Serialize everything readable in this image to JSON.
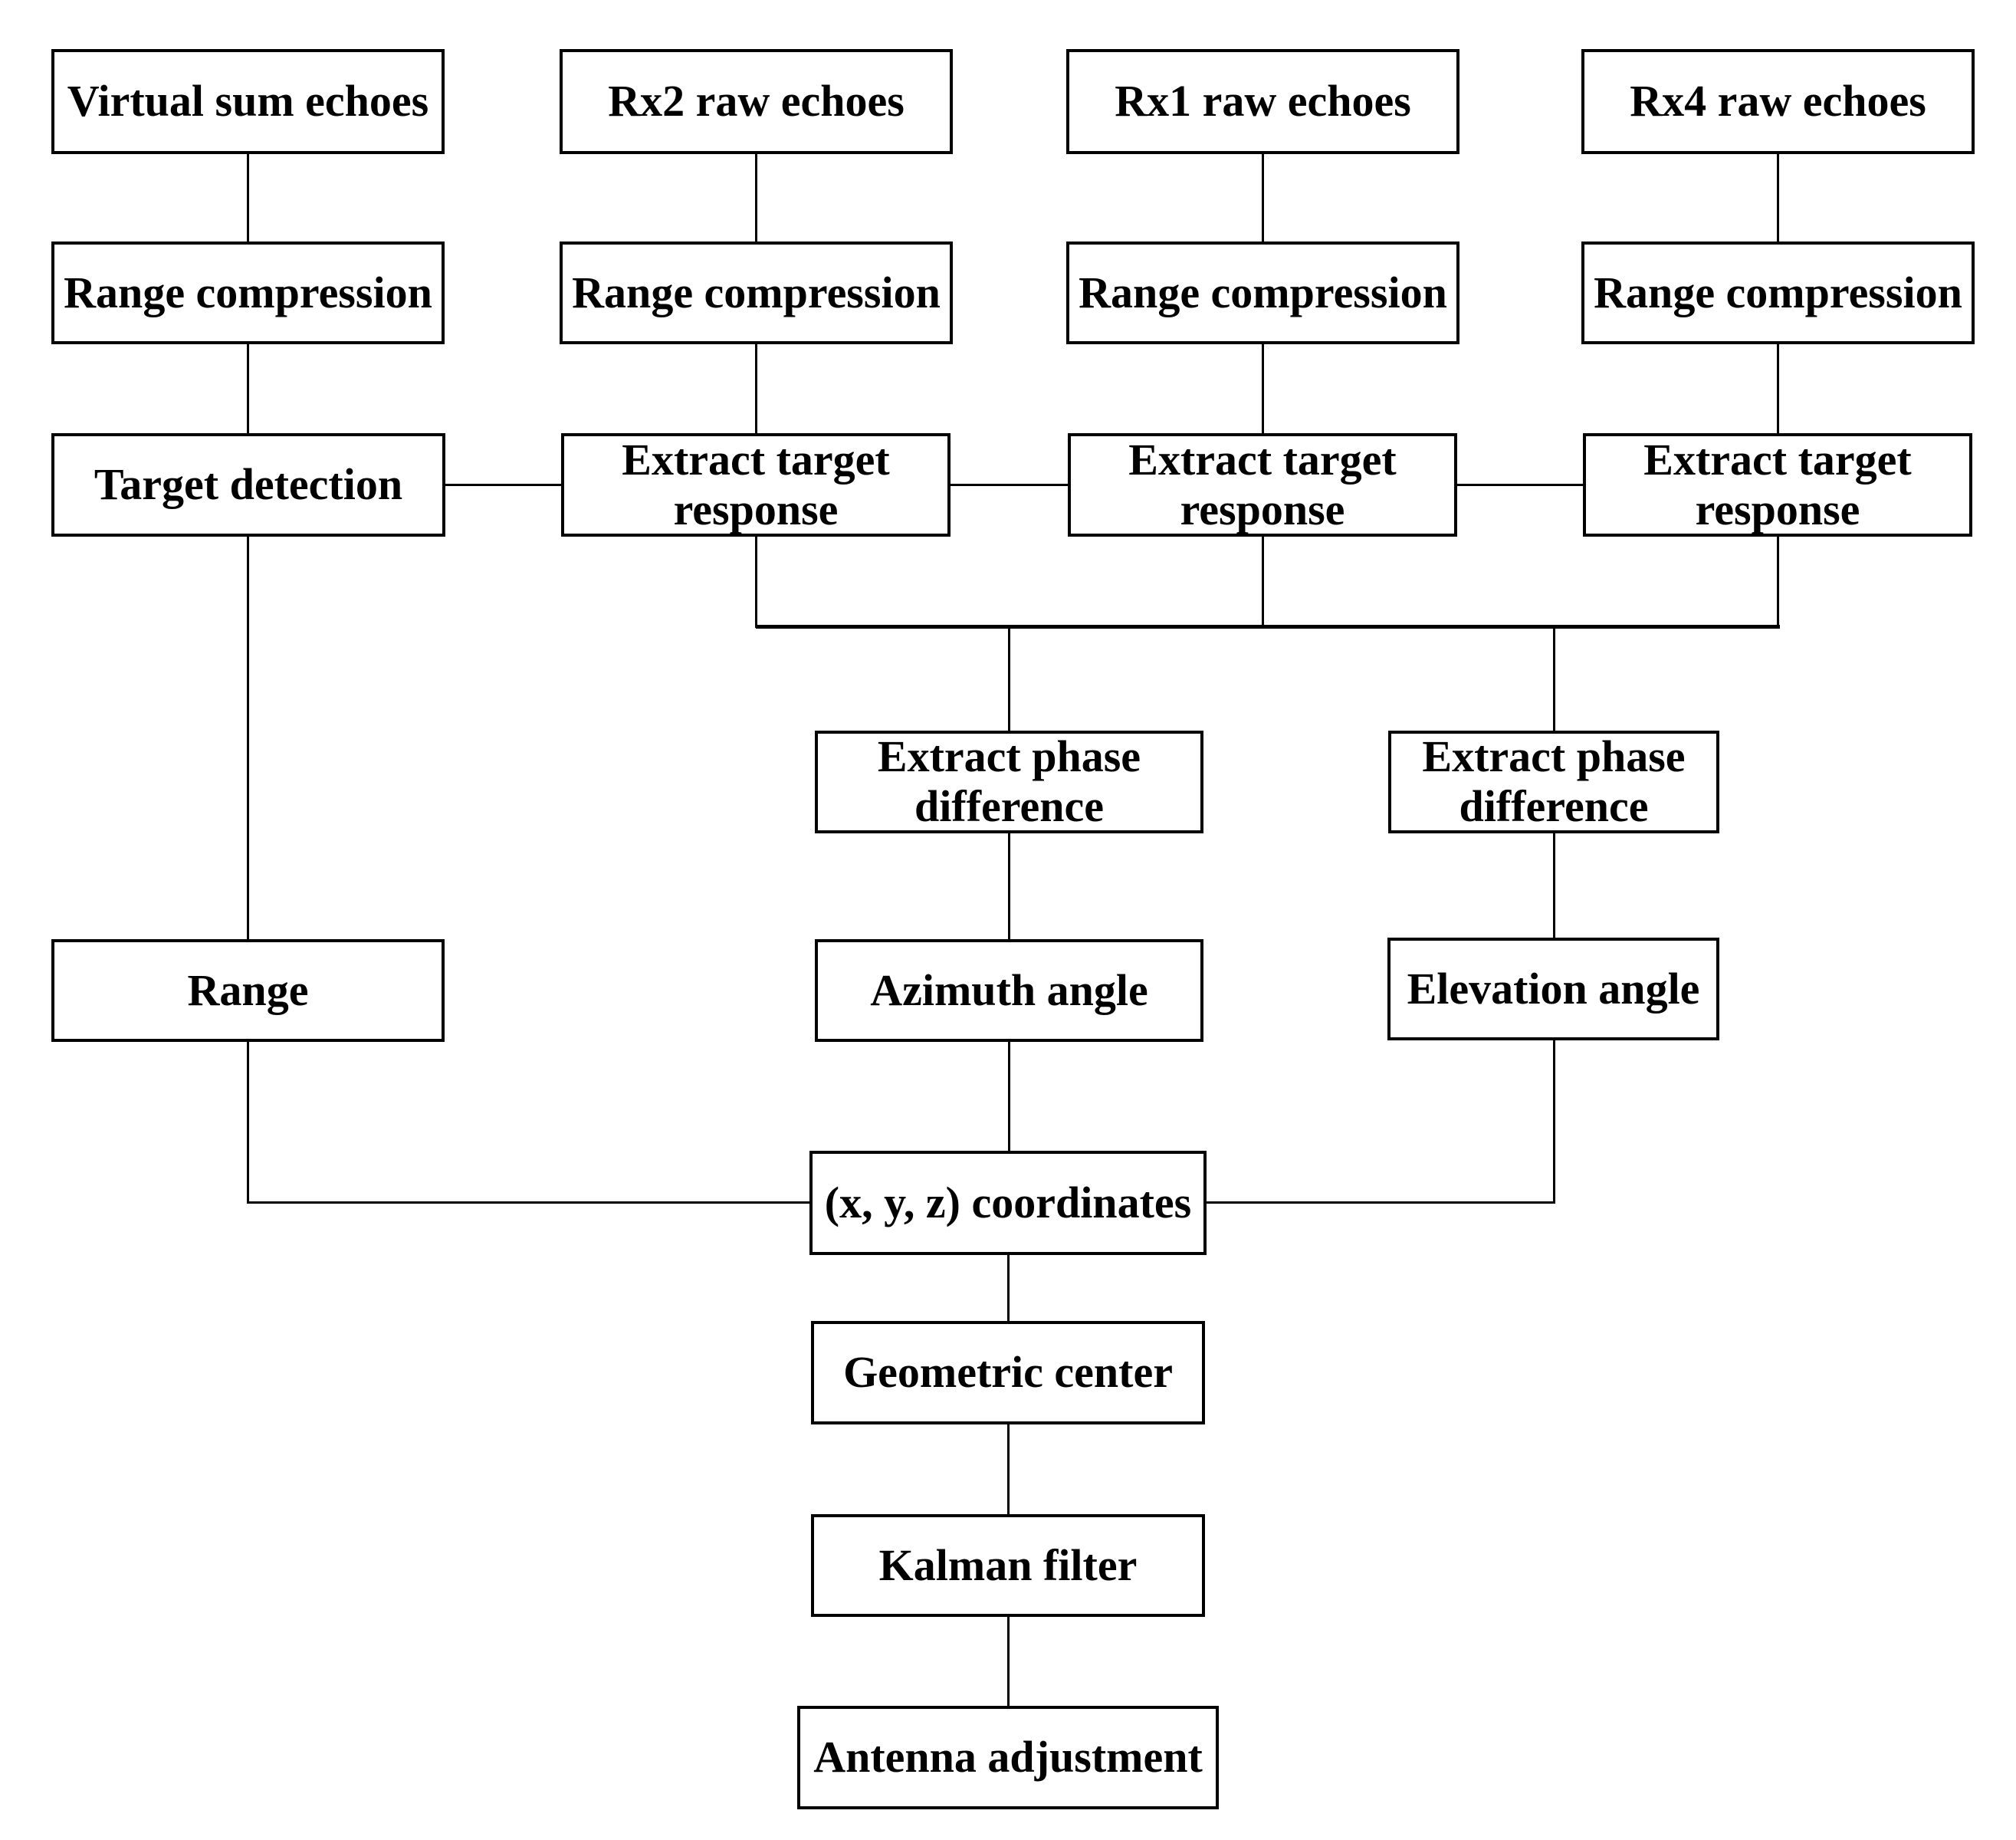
{
  "figure": {
    "type": "flowchart",
    "background_color": "#ffffff",
    "line_color": "#000000",
    "box_fill": "#ffffff",
    "box_border_color": "#000000"
  },
  "nodes": {
    "virtual_sum_echoes": "Virtual sum echoes",
    "rx2_raw_echoes": "Rx2 raw echoes",
    "rx1_raw_echoes": "Rx1 raw echoes",
    "rx4_raw_echoes": "Rx4 raw echoes",
    "range_compression": "Range compression",
    "target_detection": "Target detection",
    "extract_target_response": "Extract target response",
    "extract_phase_difference": "Extract phase difference",
    "range": "Range",
    "azimuth_angle": "Azimuth angle",
    "elevation_angle": "Elevation angle",
    "xyz_coordinates": "(x, y, z)  coordinates",
    "geometric_center": "Geometric center",
    "kalman_filter": "Kalman filter",
    "antenna_adjustment": "Antenna adjustment"
  }
}
